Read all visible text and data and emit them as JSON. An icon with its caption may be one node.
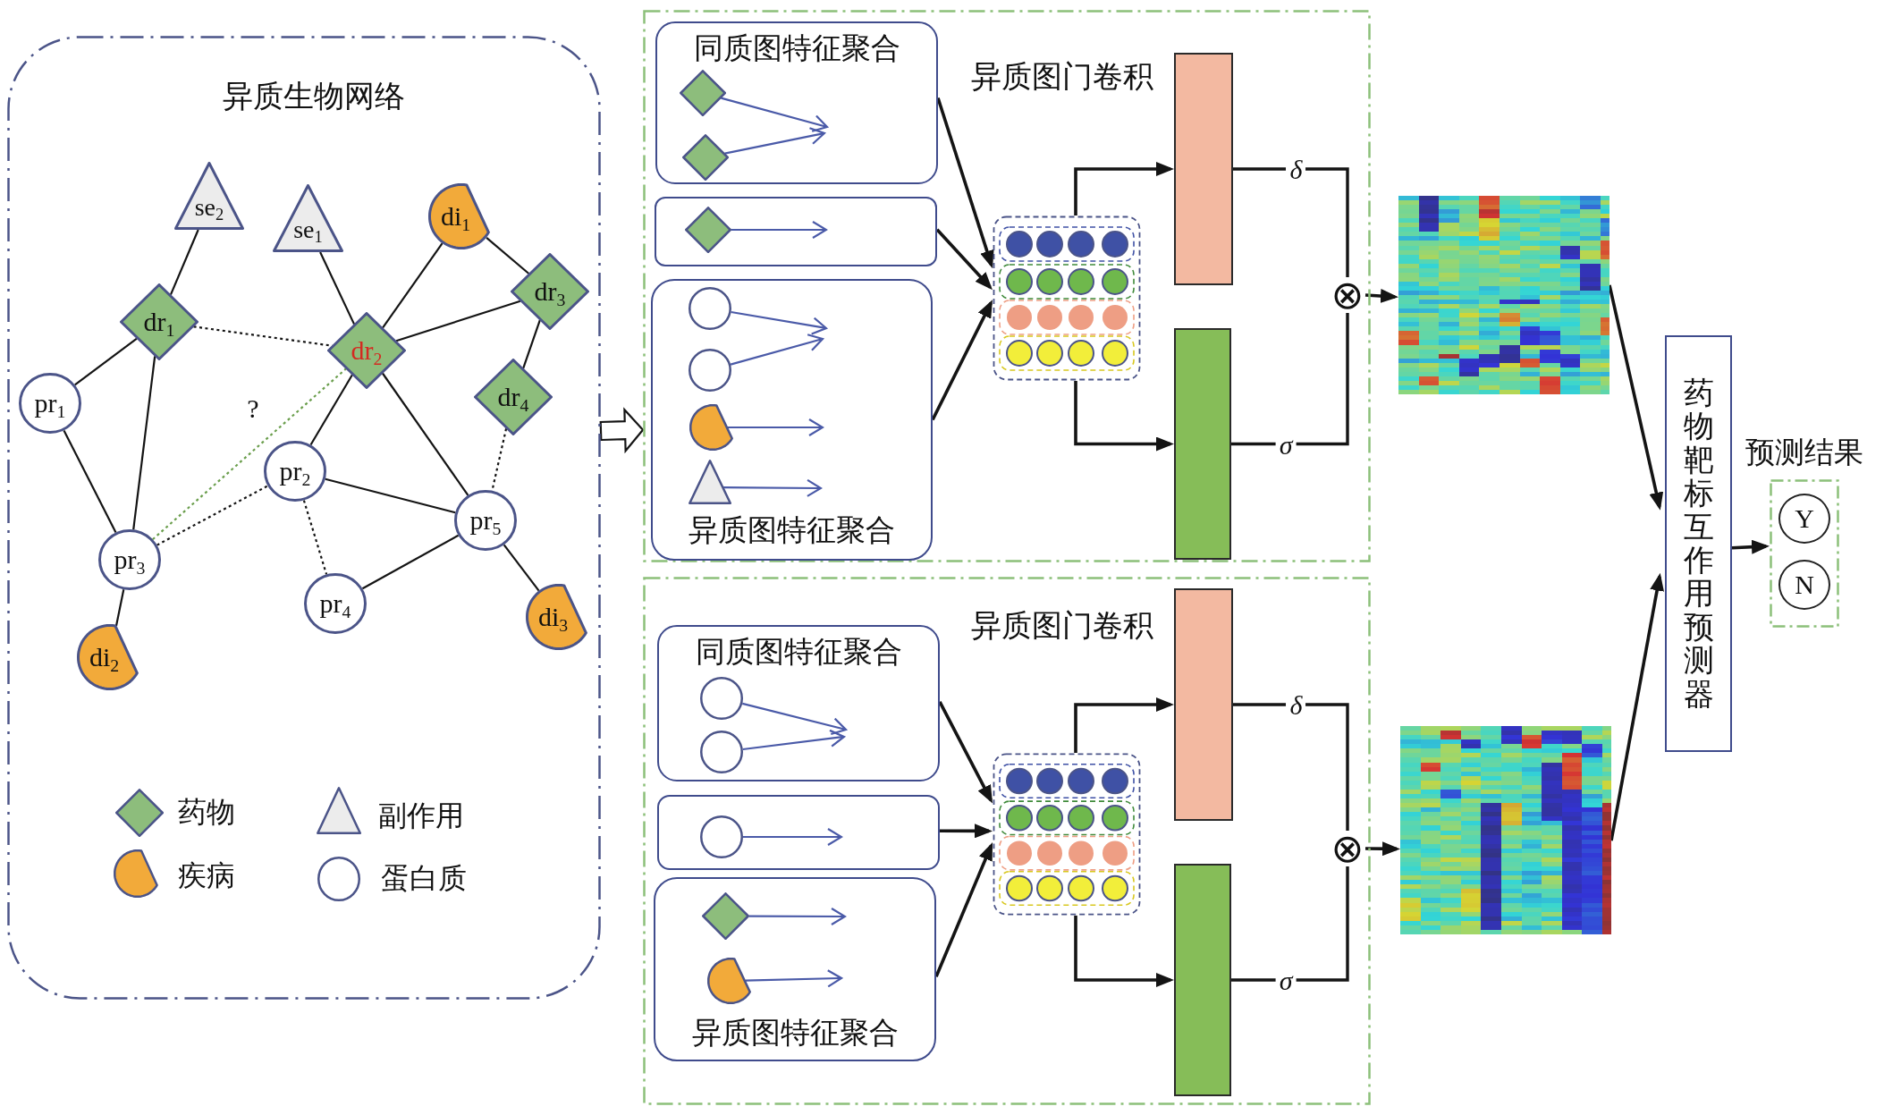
{
  "diagram": {
    "nodes": [
      {
        "text": [
          "异质生物网络"
        ]
      },
      {
        "text": [
          "se$_{2}$"
        ],
        "in": 0
      },
      {
        "text": [
          "se$_{1}$"
        ],
        "in": 0
      },
      {
        "text": [
          "di$_{1}$"
        ],
        "in": 0
      },
      {
        "text": [
          "dr$_{1}$"
        ],
        "in": 0
      },
      {
        "text": [
          "dr$_{2}$"
        ],
        "in": 0
      },
      {
        "text": [
          "dr$_{3}$"
        ],
        "in": 0
      },
      {
        "text": [
          "pr$_{1}$"
        ],
        "in": 0
      },
      {
        "text": [
          "dr$_{4}$"
        ],
        "in": 0
      },
      {
        "text": [
          "pr$_{2}$"
        ],
        "in": 0
      },
      {
        "text": [
          "pr$_{5}$"
        ],
        "in": 0
      },
      {
        "text": [
          "pr$_{3}$"
        ],
        "in": 0
      },
      {
        "text": [
          "pr$_{4}$"
        ],
        "in": 0
      },
      {
        "text": [
          "di$_{3}$"
        ],
        "in": 0
      },
      {
        "text": [
          "di$_{2}$"
        ],
        "in": 0
      },
      {
        "text": [
          "异质图门卷积"
        ]
      },
      {
        "text": [
          "同质图特征聚合"
        ],
        "in": 15
      },
      {
        "text": [],
        "shape": "diamond",
        "in": 16
      },
      {
        "text": [],
        "shape": "diamond",
        "in": 16
      },
      {
        "text": [],
        "shape": "box",
        "in": 15
      },
      {
        "text": [],
        "shape": "diamond",
        "in": 19
      },
      {
        "text": [
          "异质图特征聚合"
        ],
        "in": 15
      },
      {
        "text": [],
        "shape": "circle",
        "in": 21
      },
      {
        "text": [],
        "shape": "circle",
        "in": 21
      },
      {
        "text": [],
        "shape": "semicircle",
        "in": 21
      },
      {
        "text": [],
        "shape": "triangle",
        "in": 21
      },
      {
        "text": [],
        "shape": "grid",
        "in": 15
      },
      {
        "text": [],
        "shape": "bar",
        "in": 15
      },
      {
        "text": [],
        "shape": "bar",
        "in": 15
      },
      {
        "text": [
          "⊗"
        ],
        "in": 15
      },
      {
        "text": [
          "异质图门卷积"
        ]
      },
      {
        "text": [
          "同质图特征聚合"
        ],
        "in": 30
      },
      {
        "text": [],
        "shape": "circle",
        "in": 31
      },
      {
        "text": [],
        "shape": "circle",
        "in": 31
      },
      {
        "text": [],
        "shape": "box",
        "in": 30
      },
      {
        "text": [],
        "shape": "circle",
        "in": 34
      },
      {
        "text": [
          "异质图特征聚合"
        ],
        "in": 30
      },
      {
        "text": [],
        "shape": "diamond",
        "in": 36
      },
      {
        "text": [],
        "shape": "semicircle",
        "in": 36
      },
      {
        "text": [],
        "shape": "grid",
        "in": 30
      },
      {
        "text": [],
        "shape": "bar",
        "in": 30
      },
      {
        "text": [],
        "shape": "bar",
        "in": 30
      },
      {
        "text": [
          "⊗"
        ],
        "in": 30
      },
      {
        "text": [],
        "shape": "picture"
      },
      {
        "text": [],
        "shape": "picture"
      },
      {
        "text": [
          "药物靶标互作用预测器"
        ]
      },
      {
        "text": [
          "预测结果"
        ]
      },
      {
        "text": [
          "Y"
        ],
        "in": 46
      },
      {
        "text": [
          "N"
        ],
        "in": 46
      }
    ],
    "edges": [
      {
        "from": 1,
        "to": 4,
        "arrow": "none"
      },
      {
        "from": 2,
        "to": 5,
        "arrow": "none"
      },
      {
        "from": 3,
        "to": 5,
        "arrow": "none"
      },
      {
        "from": 3,
        "to": 6,
        "arrow": "none"
      },
      {
        "from": 6,
        "to": 5,
        "arrow": "none"
      },
      {
        "from": 4,
        "to": 5,
        "arrow": "none",
        "style": "dashed"
      },
      {
        "from": 4,
        "to": 7,
        "arrow": "none"
      },
      {
        "from": 4,
        "to": 11,
        "arrow": "none"
      },
      {
        "from": 7,
        "to": 11,
        "arrow": "none"
      },
      {
        "from": 11,
        "to": 5,
        "arrow": "none",
        "label": "?",
        "style": "dashed",
        "color": "#6a9e4c"
      },
      {
        "from": 11,
        "to": 9,
        "arrow": "none",
        "style": "dashed"
      },
      {
        "from": 5,
        "to": 9,
        "arrow": "none"
      },
      {
        "from": 5,
        "to": 10,
        "arrow": "none"
      },
      {
        "from": 6,
        "to": 8,
        "arrow": "none"
      },
      {
        "from": 8,
        "to": 10,
        "arrow": "none",
        "style": "dashed"
      },
      {
        "from": 9,
        "to": 10,
        "arrow": "none"
      },
      {
        "from": 9,
        "to": 12,
        "arrow": "none",
        "style": "dashed"
      },
      {
        "from": 12,
        "to": 10,
        "arrow": "none"
      },
      {
        "from": 10,
        "to": 13,
        "arrow": "none"
      },
      {
        "from": 11,
        "to": 14,
        "arrow": "none"
      },
      {
        "from": 0,
        "to": 15,
        "arrow": "to",
        "style": "thick"
      },
      {
        "from": 17,
        "to": null,
        "arrow": "to",
        "color": "#4a5aa8"
      },
      {
        "from": 18,
        "to": null,
        "arrow": "to",
        "color": "#4a5aa8"
      },
      {
        "from": 20,
        "to": null,
        "arrow": "to",
        "color": "#4a5aa8"
      },
      {
        "from": 22,
        "to": null,
        "arrow": "to",
        "color": "#4a5aa8"
      },
      {
        "from": 23,
        "to": null,
        "arrow": "to",
        "color": "#4a5aa8"
      },
      {
        "from": 24,
        "to": null,
        "arrow": "to",
        "color": "#4a5aa8"
      },
      {
        "from": 25,
        "to": null,
        "arrow": "to",
        "color": "#4a5aa8"
      },
      {
        "from": 16,
        "to": 26,
        "arrow": "to"
      },
      {
        "from": 19,
        "to": 26,
        "arrow": "to"
      },
      {
        "from": 21,
        "to": 26,
        "arrow": "to"
      },
      {
        "from": 26,
        "to": 27,
        "arrow": "to"
      },
      {
        "from": 26,
        "to": 28,
        "arrow": "to"
      },
      {
        "from": 27,
        "to": 29,
        "arrow": "none",
        "label": "δ"
      },
      {
        "from": 28,
        "to": 29,
        "arrow": "none",
        "label": "σ"
      },
      {
        "from": 29,
        "to": 43,
        "arrow": "to"
      },
      {
        "from": 32,
        "to": null,
        "arrow": "to",
        "color": "#4a5aa8"
      },
      {
        "from": 33,
        "to": null,
        "arrow": "to",
        "color": "#4a5aa8"
      },
      {
        "from": 35,
        "to": null,
        "arrow": "to",
        "color": "#4a5aa8"
      },
      {
        "from": 37,
        "to": null,
        "arrow": "to",
        "color": "#4a5aa8"
      },
      {
        "from": 38,
        "to": null,
        "arrow": "to",
        "color": "#4a5aa8"
      },
      {
        "from": 31,
        "to": 39,
        "arrow": "to"
      },
      {
        "from": 34,
        "to": 39,
        "arrow": "to"
      },
      {
        "from": 36,
        "to": 39,
        "arrow": "to"
      },
      {
        "from": 39,
        "to": 40,
        "arrow": "to"
      },
      {
        "from": 39,
        "to": 41,
        "arrow": "to"
      },
      {
        "from": 40,
        "to": 42,
        "arrow": "none",
        "label": "δ"
      },
      {
        "from": 41,
        "to": 42,
        "arrow": "none",
        "label": "σ"
      },
      {
        "from": 42,
        "to": 44,
        "arrow": "to"
      },
      {
        "from": 43,
        "to": 45,
        "arrow": "to"
      },
      {
        "from": 44,
        "to": 45,
        "arrow": "to"
      },
      {
        "from": 45,
        "to": 46,
        "arrow": "to"
      }
    ],
    "legend": [
      {
        "text": "药物"
      },
      {
        "text": "副作用"
      },
      {
        "text": "疾病"
      },
      {
        "text": "蛋白质"
      }
    ]
  }
}
